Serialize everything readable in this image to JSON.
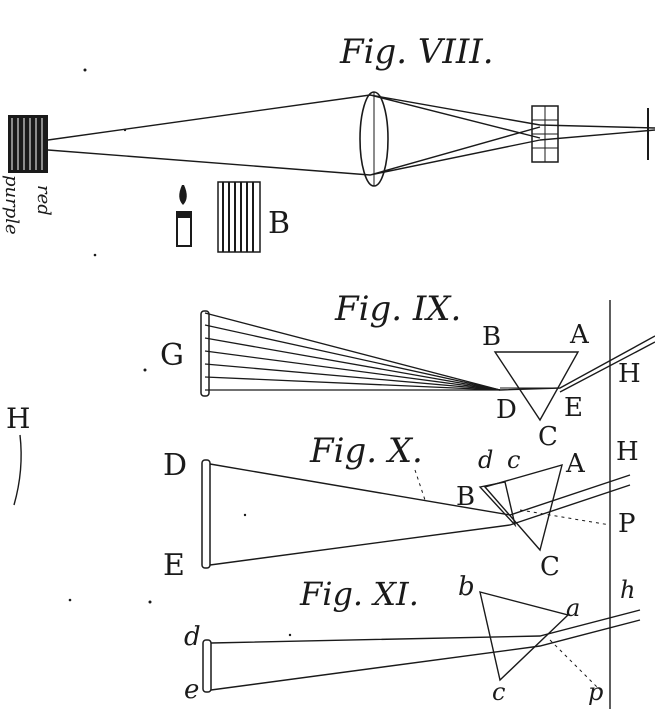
{
  "figures": {
    "fig8": {
      "caption": "Fig. VIII."
    },
    "fig9": {
      "caption": "Fig. IX."
    },
    "fig10": {
      "caption": "Fig. X."
    },
    "fig11": {
      "caption": "Fig. XI."
    }
  },
  "margin_words": {
    "red": "red",
    "purple": "purple"
  },
  "labels": {
    "B_fig8": "B",
    "G": "G",
    "B9": "B",
    "A9": "A",
    "D9": "D",
    "E9": "E",
    "C9": "C",
    "H9": "H",
    "H_left": "H",
    "D10": "D",
    "E10": "E",
    "d10": "d",
    "c10": "c",
    "B10": "B",
    "A10": "A",
    "C10": "C",
    "H10": "H",
    "P10": "P",
    "d11": "d",
    "e11": "e",
    "b11": "b",
    "a11": "a",
    "c11": "c",
    "h11": "h",
    "p11": "p"
  }
}
